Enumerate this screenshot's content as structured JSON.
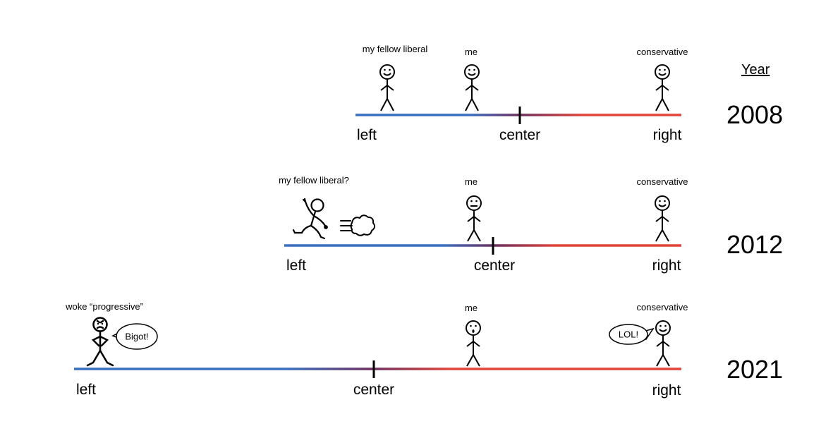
{
  "year_header": "Year",
  "rows": [
    {
      "year": "2008",
      "axis": {
        "left": "left",
        "center": "center",
        "right": "right"
      },
      "figures": [
        {
          "label": "my fellow liberal",
          "mood": "smile"
        },
        {
          "label": "me",
          "mood": "smile"
        },
        {
          "label": "conservative",
          "mood": "smile"
        }
      ]
    },
    {
      "year": "2012",
      "axis": {
        "left": "left",
        "center": "center",
        "right": "right"
      },
      "figures": [
        {
          "label": "my fellow liberal?",
          "mood": "running-away"
        },
        {
          "label": "me",
          "mood": "neutral"
        },
        {
          "label": "conservative",
          "mood": "smile"
        }
      ]
    },
    {
      "year": "2021",
      "axis": {
        "left": "left",
        "center": "center",
        "right": "right"
      },
      "figures": [
        {
          "label": "woke “progressive”",
          "mood": "angry",
          "speech": "Bigot!"
        },
        {
          "label": "me",
          "mood": "surprised"
        },
        {
          "label": "conservative",
          "mood": "smile",
          "speech": "LOL!"
        }
      ]
    }
  ],
  "colors": {
    "left": "#3a6fc0",
    "mid": "#6b2f5f",
    "right": "#e0443a"
  }
}
